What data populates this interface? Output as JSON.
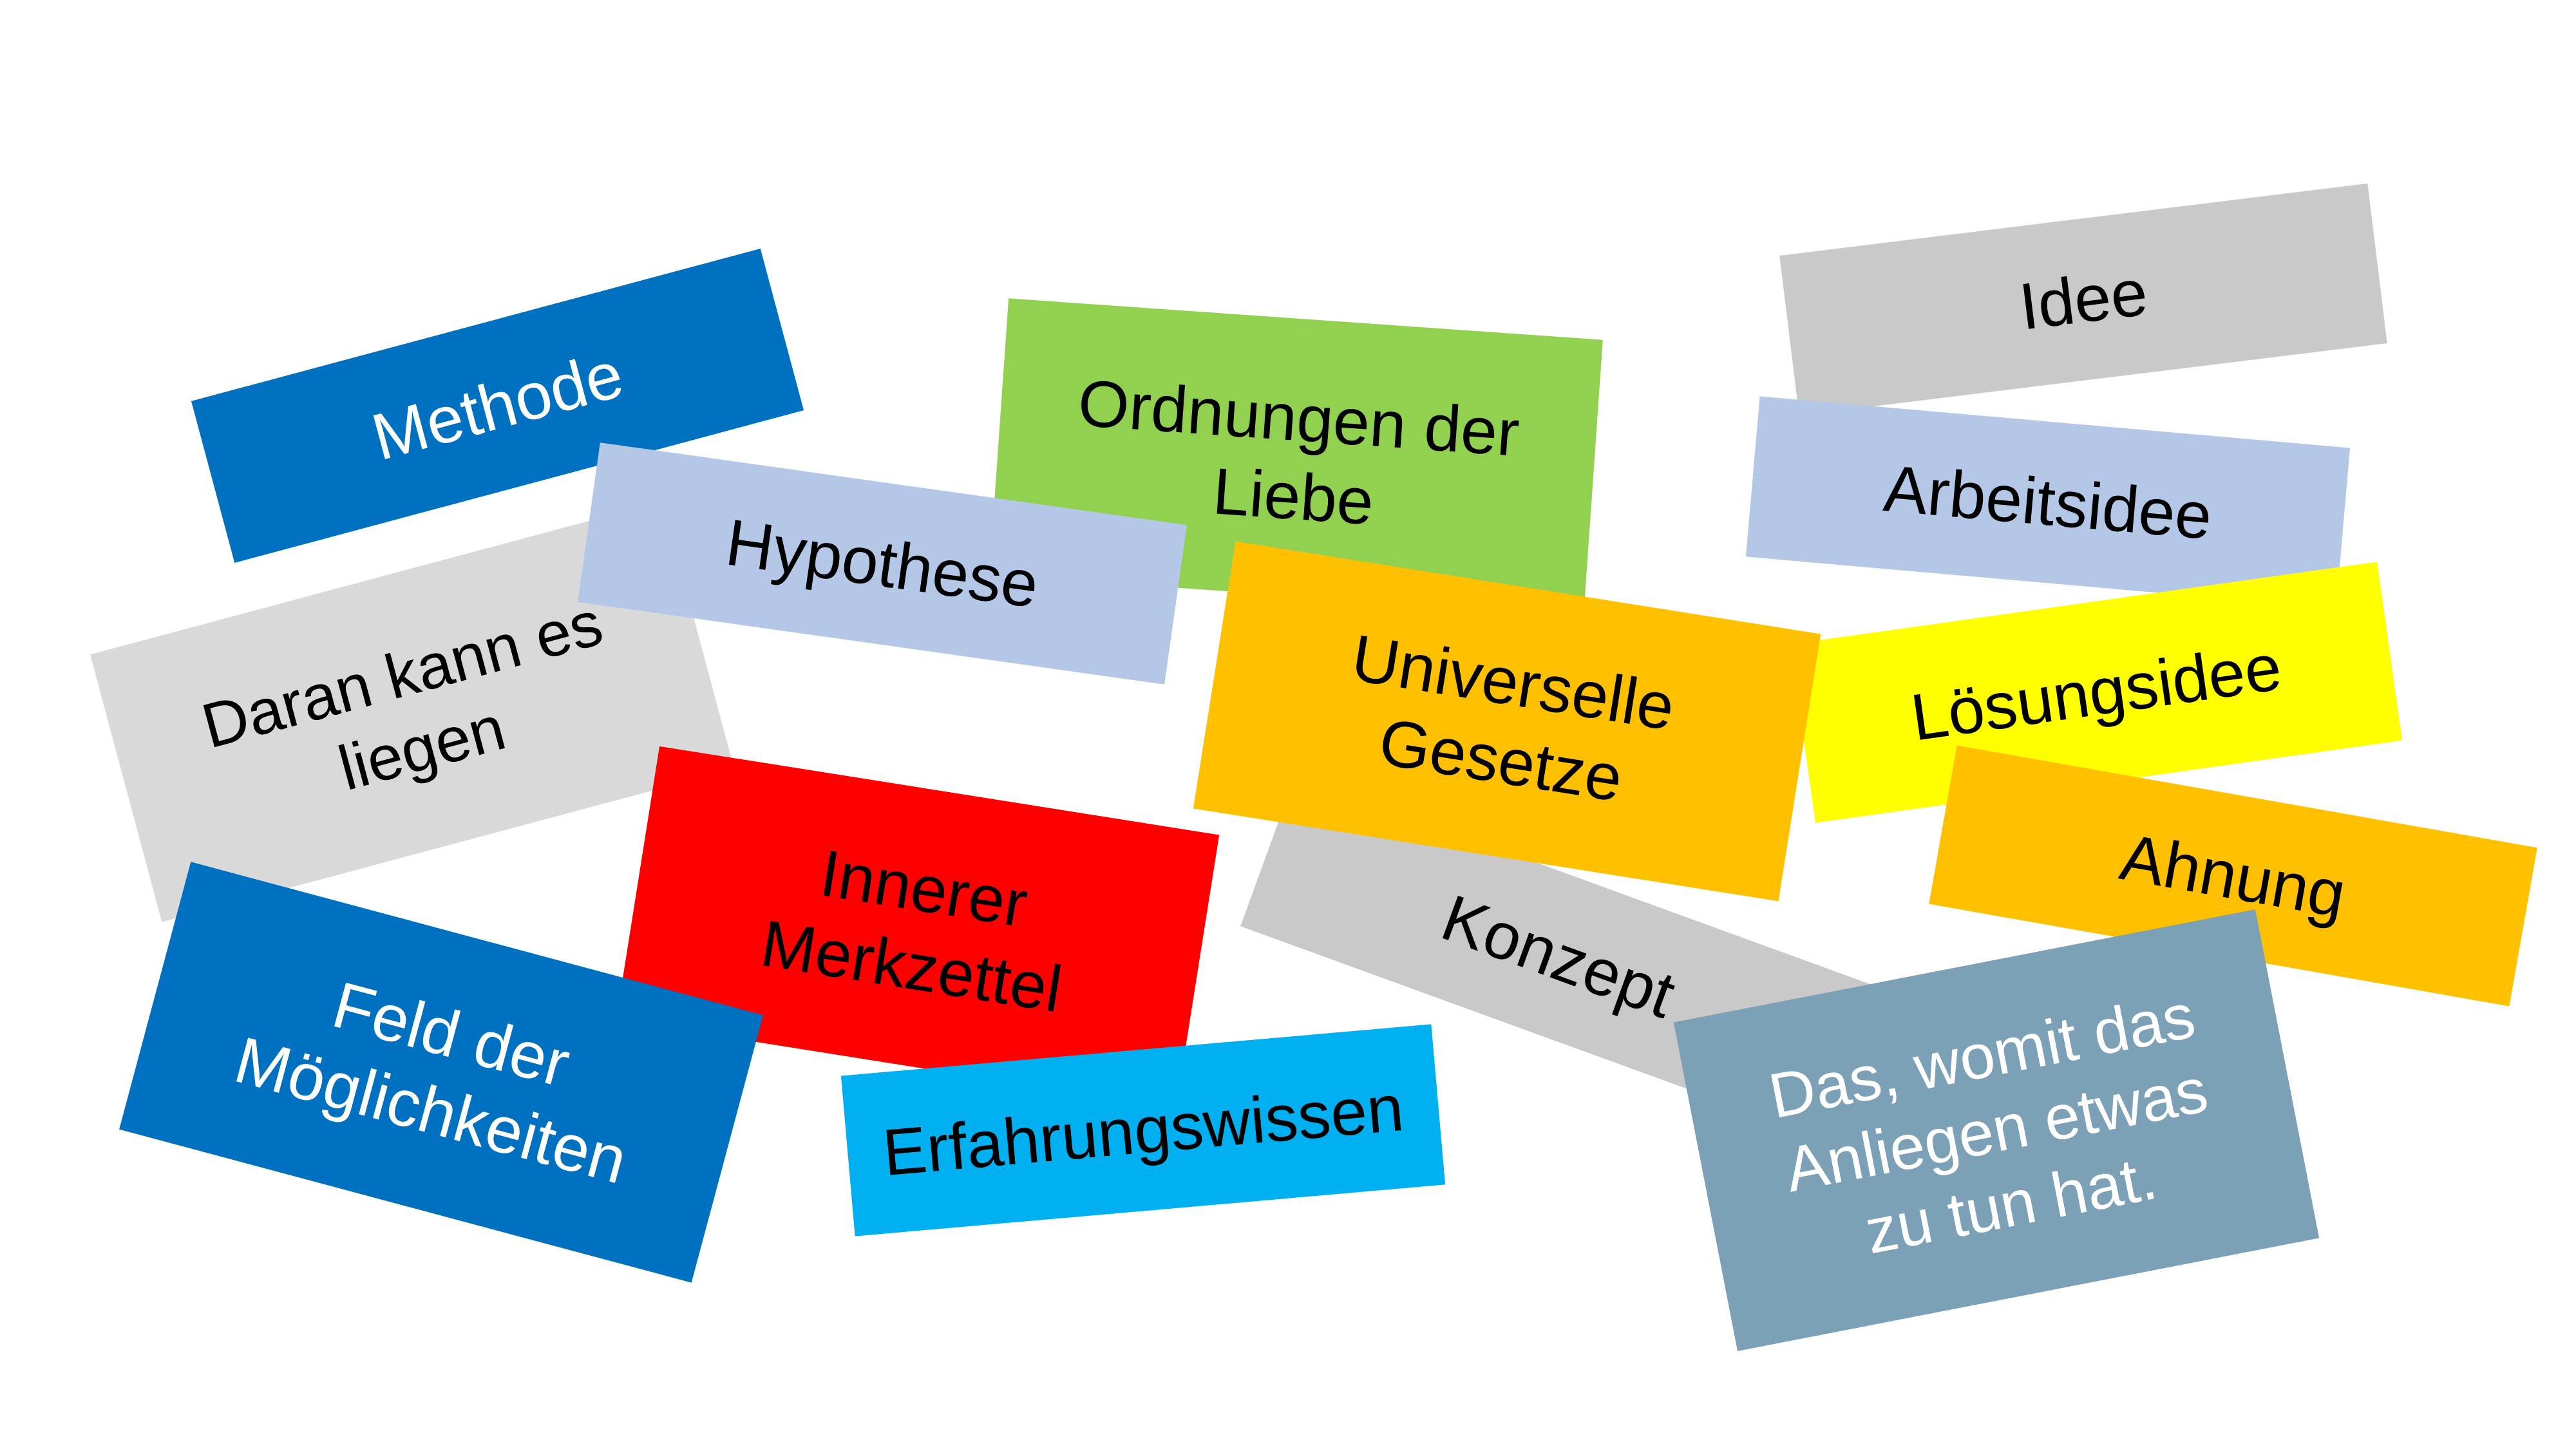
{
  "cards": {
    "konzept": {
      "lines": [
        "Konzept"
      ],
      "color": "#C9C9C9"
    },
    "daran": {
      "lines": [
        "Daran kann es",
        "liegen"
      ],
      "color": "#D9D9D9"
    },
    "methode": {
      "lines": [
        "Methode"
      ],
      "color": "#0070C0"
    },
    "ordnungen": {
      "lines": [
        "Ordnungen der",
        "Liebe"
      ],
      "color": "#92D050"
    },
    "hypothese": {
      "lines": [
        "Hypothese"
      ],
      "color": "#B4C7E7"
    },
    "idee": {
      "lines": [
        "Idee"
      ],
      "color": "#C9C9C9"
    },
    "arbeitsidee": {
      "lines": [
        "Arbeitsidee"
      ],
      "color": "#B4C7E7"
    },
    "loesungsidee": {
      "lines": [
        "Lösungsidee"
      ],
      "color": "#FFFF00"
    },
    "universelle": {
      "lines": [
        "Universelle",
        "Gesetze"
      ],
      "color": "#FFC000"
    },
    "ahnung": {
      "lines": [
        "Ahnung"
      ],
      "color": "#FFC000"
    },
    "innerer": {
      "lines": [
        "Innerer",
        "Merkzettel"
      ],
      "color": "#FF0000"
    },
    "feld": {
      "lines": [
        "Feld der",
        "Möglichkeiten"
      ],
      "color": "#0070C0"
    },
    "erfahrung": {
      "lines": [
        "Erfahrungswissen"
      ],
      "color": "#00B0F0"
    },
    "das": {
      "lines": [
        "Das, womit das",
        "Anliegen etwas",
        "zu tun hat."
      ],
      "color": "#7CA0B5"
    }
  }
}
